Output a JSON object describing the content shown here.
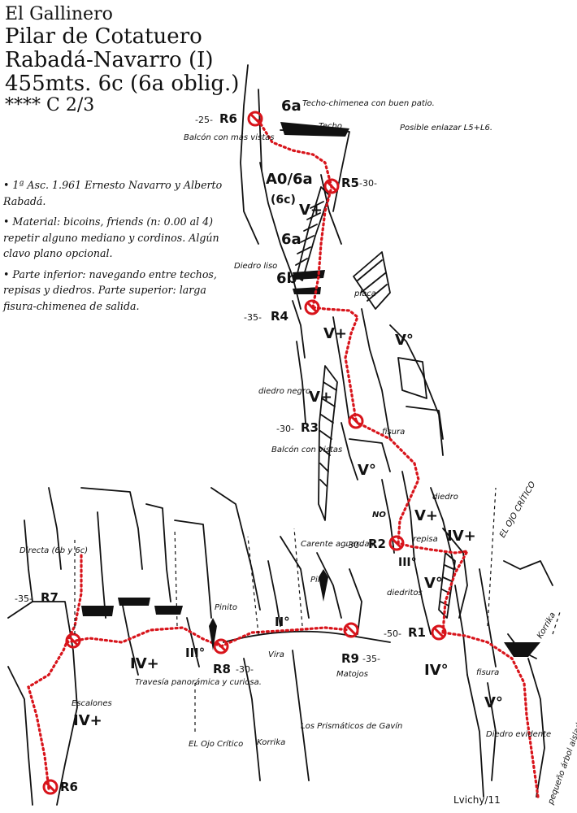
{
  "header": {
    "line1": "El Gallinero",
    "line2": "Pilar de Cotatuero",
    "line3": "Rabadá-Navarro (I)",
    "line4": "455mts. 6c (6a oblig.)",
    "line5": "**** C 2/3"
  },
  "notes": [
    "• 1ª Asc. 1.961 Ernesto Navarro y Alberto Rabadá.",
    "• Material: bicoins, friends (n: 0.00 al 4) repetir alguno mediano y cordinos. Algún clavo plano opcional.",
    "• Parte inferior: navegando entre techos, repisas y diedros. Parte superior: larga fisura-chimenea de salida."
  ],
  "belays": [
    {
      "id": "R6-bottom",
      "label": "R6",
      "dist": ""
    },
    {
      "id": "R7",
      "label": "R7",
      "dist": "-35-"
    },
    {
      "id": "R8",
      "label": "R8",
      "dist": "-30-"
    },
    {
      "id": "R9",
      "label": "R9",
      "dist": "-35-"
    },
    {
      "id": "R1",
      "label": "R1",
      "dist": "-50-"
    },
    {
      "id": "R2",
      "label": "R2",
      "dist": "-30-"
    },
    {
      "id": "R3",
      "label": "R3",
      "dist": "-30-"
    },
    {
      "id": "R4",
      "label": "R4",
      "dist": "-35-"
    },
    {
      "id": "R5",
      "label": "R5",
      "dist": "-30-"
    },
    {
      "id": "R6-top",
      "label": "R6",
      "dist": "-25-"
    }
  ],
  "grades": {
    "g_6a_top": "6a",
    "g_a0": "A0/6a",
    "g_6c": "(6c)",
    "g_v_plus_1": "V+",
    "g_6a_mid": "6a",
    "g_6b": "6b",
    "g_v_plus_2": "V+",
    "g_v_deg_1": "V°",
    "g_v_plus_3": "V+",
    "g_v_deg_2": "V°",
    "g_v_plus_4": "V+",
    "g_iv_plus_1": "IV+",
    "g_iii_1": "III°",
    "g_v_deg_3": "V°",
    "g_iv_deg": "IV°",
    "g_v_deg_4": "V°",
    "g_iv_plus_2": "IV+",
    "g_iii_2": "III°",
    "g_ii": "II°",
    "g_iv_plus_3": "IV+"
  },
  "annotations": {
    "techo_chimenea": "Techo-chimenea con buen patio.",
    "techo": "Techo",
    "posible_enlazar": "Posible enlazar L5+L6.",
    "balcon_vistas": "Balcón con más vistas",
    "diedro_liso": "Diedro liso",
    "placa": "placa",
    "diedro_negro": "diedro negro",
    "fisura_top": "fisura",
    "balcon_r3": "Balcón con vistas",
    "diedro_right": "diedro",
    "no": "NO",
    "repisa": "repisa",
    "el_ojo_critico_right": "EL OJO CRÍTICO",
    "diedritos": "diedritos",
    "fisura_bottom": "fisura",
    "directa": "Directa (6b y 6c)",
    "carente": "Carente aguardas",
    "pino": "Pino",
    "pinito": "Pinito",
    "via": "Vira",
    "matojos": "Matojos",
    "escalones": "Escalones",
    "travesia": "Travesía panorámica y curiosa.",
    "el_ojo_critico_bottom": "EL Ojo Crítico",
    "korrika_bottom": "Korrika",
    "prismaticos": "Los Prismáticos de Gavín",
    "korrika_right": "Korrika",
    "diedro_evidente": "Diedro evidente",
    "pequeno_arbol": "pequeño árbol aislado",
    "signature": "Lvichy/11"
  },
  "colors": {
    "route": "#d8141b",
    "ink": "#111111"
  }
}
